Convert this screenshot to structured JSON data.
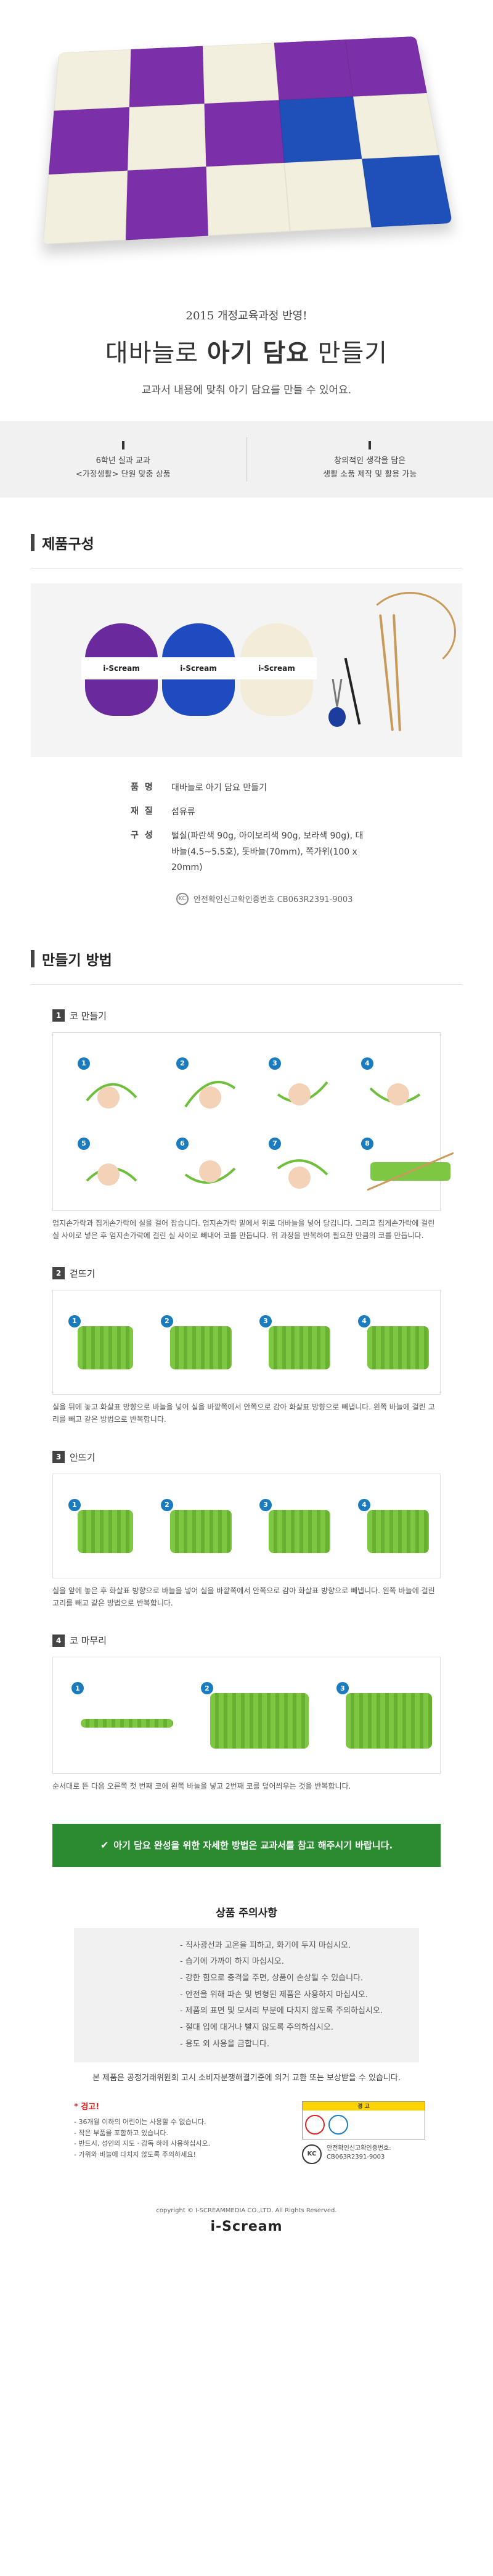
{
  "intro": {
    "subtitle": "2015 개정교육과정 반영!",
    "title_prefix": "대바늘로 ",
    "title_bold": "아기 담요",
    "title_suffix": " 만들기",
    "desc": "교과서 내용에 맞춰 아기 담요를 만들 수 있어요."
  },
  "features": [
    {
      "line1": "6학년 실과 교과",
      "line2": "<가정생활> 단원 맞춤 상품"
    },
    {
      "line1": "창의적인 생각을 담은",
      "line2": "생활 소품 제작 및 활용 가능"
    }
  ],
  "product": {
    "heading": "제품구성",
    "yarn_label": "i-Scream",
    "specs": [
      {
        "k": "품명",
        "v": "대바늘로 아기 담요 만들기"
      },
      {
        "k": "재질",
        "v": "섬유류"
      },
      {
        "k": "구성",
        "v": "털실(파란색 90g, 아이보리색 90g, 보라색 90g), 대바늘(4.5~5.5호), 돗바늘(70mm), 쪽가위(100 x 20mm)"
      }
    ],
    "cert": "안전확인신고확인증번호 CB063R2391-9003"
  },
  "howto": {
    "heading": "만들기 방법",
    "steps": [
      {
        "num": "1",
        "title": "코 만들기",
        "text": "엄지손가락과 집게손가락에 실을 걸어 잡습니다. 엄지손가락 밑에서 위로 대바늘을 넣어 당깁니다. 그리고 집게손가락에 걸린 실 사이로 넣은 후 엄지손가락에 걸린 실 사이로 빼내어 코를 만듭니다. 위 과정을 반복하여 필요한 만큼의 코를 만듭니다."
      },
      {
        "num": "2",
        "title": "겉뜨기",
        "text": "실을 뒤에 놓고 화살표 방향으로 바늘을 넣어 실을 바깥쪽에서 안쪽으로 감아 화살표 방향으로 빼냅니다. 왼쪽 바늘에 걸린 고리를 빼고 같은 방법으로 반복합니다."
      },
      {
        "num": "3",
        "title": "안뜨기",
        "text": "실을 앞에 놓은 후 화살표 방향으로 바늘을 넣어 실을 바깥쪽에서 안쪽으로 감아 화살표 방향으로 빼냅니다. 왼쪽 바늘에 걸린 고리를 빼고 같은 방법으로 반복합니다."
      },
      {
        "num": "4",
        "title": "코 마무리",
        "text": "순서대로 뜬 다음 오른쪽 첫 번째 코에 왼쪽 바늘을 넣고 2번째 코를 덮어씌우는 것을 반복합니다."
      }
    ]
  },
  "banner": "아기 담요 완성을 위한 자세한 방법은 교과서를 참고 해주시기 바랍니다.",
  "caution": {
    "heading": "상품 주의사항",
    "items": [
      "- 직사광선과 고온을 피하고, 화기에 두지 마십시오.",
      "- 습기에 가까이 하지 마십시오.",
      "- 강한 힘으로 충격을 주면, 상품이 손상될 수 있습니다.",
      "- 안전을 위해 파손 및 변형된 제품은 사용하지 마십시오.",
      "- 제품의 표면 및 모서리 부분에 다치지 않도록 주의하십시오.",
      "- 절대 입에 대거나 빨지 않도록 주의하십시오.",
      "- 용도 외 사용을 금합니다."
    ],
    "notice": "본 제품은 공정거래위원회 고시 소비자분쟁해결기준에 의거 교환 또는 보상받을 수 있습니다."
  },
  "warning": {
    "title": "* 경고!",
    "lines": [
      "- 36개월 이하의 어린이는 사용할 수 없습니다.",
      "- 작은 부품을 포함하고 있습니다.",
      "- 반드시, 성인의 지도 · 감독 하에 사용하십시오.",
      "- 가위와 바늘에 다치지 않도록 주의하세요!"
    ],
    "label_top": "경 고",
    "cert_line1": "안전확인신고확인증번호:",
    "cert_line2": "CB063R2391-9003"
  },
  "footer": {
    "copy": "copyright © I-SCREAMMEDIA CO.,LTD. All Rights Reserved.",
    "logo": "i-Scream"
  }
}
